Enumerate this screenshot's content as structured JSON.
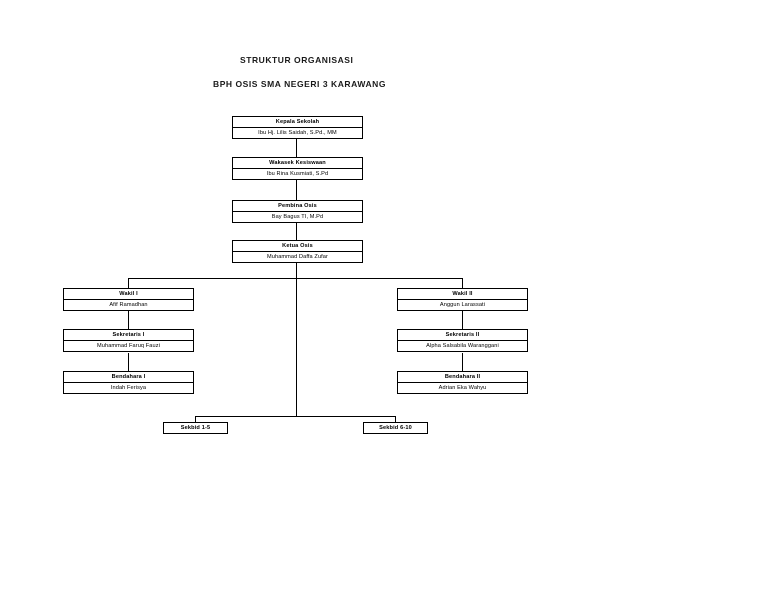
{
  "document": {
    "title_line_1": "STRUKTUR ORGANISASI",
    "title_line_2": "BPH OSIS SMA NEGERI 3 KARAWANG"
  },
  "org_chart": {
    "type": "organization-chart",
    "nodes": [
      {
        "id": "kepala-sekolah",
        "role": "Kepala Sekolah",
        "person": "Ibu Hj. Lilis Saidah, S.Pd., MM",
        "level": 1,
        "column": "center"
      },
      {
        "id": "wakasek-kesiswaan",
        "role": "Wakasek Kesiswaan",
        "person": "Ibu Rina Kusmiati, S.Pd",
        "level": 2,
        "column": "center"
      },
      {
        "id": "pembina-osis",
        "role": "Pembina Osis",
        "person": "Bay Bagus TI, M.Pd",
        "level": 3,
        "column": "center"
      },
      {
        "id": "ketua-osis",
        "role": "Ketua Osis",
        "person": "Muhammad Daffa Zufar",
        "level": 4,
        "column": "center"
      },
      {
        "id": "wakil-1",
        "role": "Wakil I",
        "person": "Afif Ramadhan",
        "level": 5,
        "column": "left"
      },
      {
        "id": "wakil-2",
        "role": "Wakil II",
        "person": "Anggun Larassati",
        "level": 5,
        "column": "right"
      },
      {
        "id": "sekretaris-1",
        "role": "Sekretaris I",
        "person": "Muhammad Faruq Fauzi",
        "level": 6,
        "column": "left"
      },
      {
        "id": "sekretaris-2",
        "role": "Sekretaris II",
        "person": "Alpha Salsabila Waranggani",
        "level": 6,
        "column": "right"
      },
      {
        "id": "bendahara-1",
        "role": "Bendahara I",
        "person": "Indah Ferisya",
        "level": 7,
        "column": "left"
      },
      {
        "id": "bendahara-2",
        "role": "Bendahara II",
        "person": "Adrian Eka Wahyu",
        "level": 7,
        "column": "right"
      },
      {
        "id": "sekbid-1-5",
        "role": "Sekbid 1-5",
        "person": "",
        "level": 8,
        "column": "left"
      },
      {
        "id": "sekbid-6-10",
        "role": "Sekbid 6-10",
        "person": "",
        "level": 8,
        "column": "right"
      }
    ]
  },
  "colors": {
    "line": "#000000",
    "box_border": "#000000",
    "box_fill": "#ffffff",
    "page_background": "#ffffff",
    "text": "#000000"
  }
}
